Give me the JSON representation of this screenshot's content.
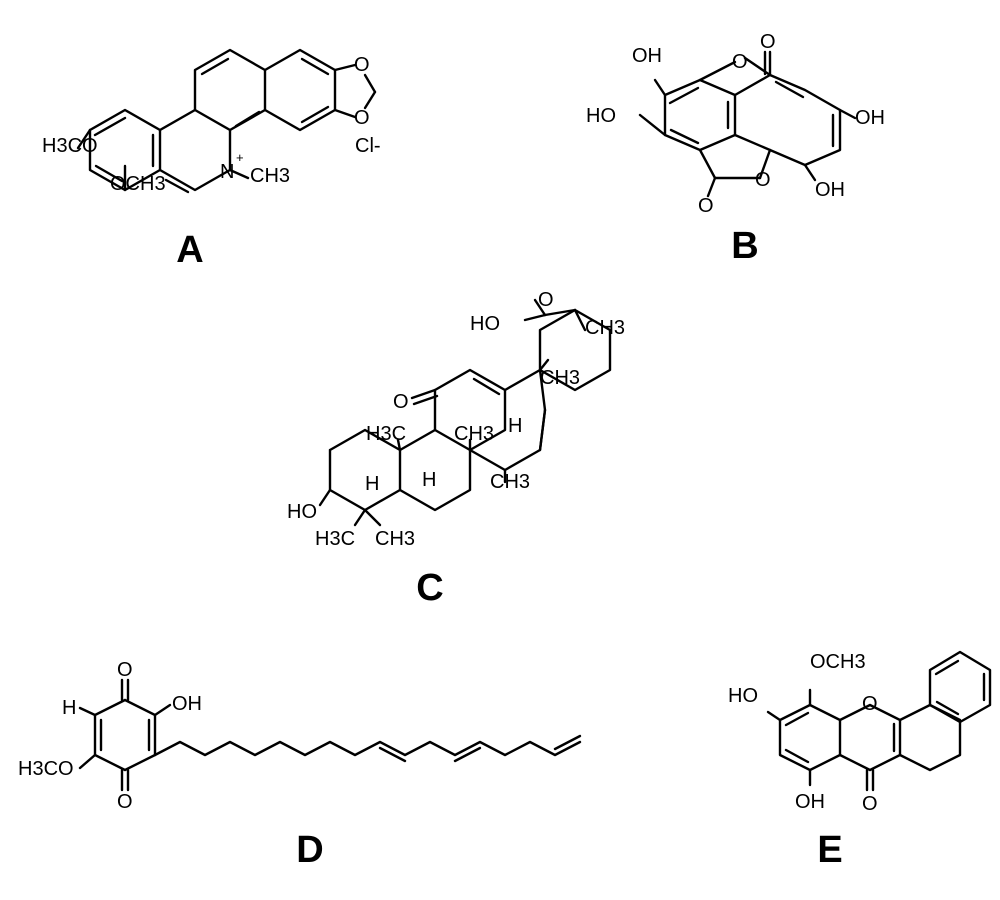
{
  "labels": [
    "A",
    "B",
    "C",
    "D",
    "E"
  ],
  "A": {
    "h3co": "H3CO",
    "och3": "OCH3",
    "n": "N",
    "plus": "+",
    "ch3": "CH3",
    "cl": "Cl-",
    "o1": "O",
    "o2": "O"
  },
  "B": {
    "oh_tl": "OH",
    "ho_l": "HO",
    "oh_r": "OH",
    "oh_br": "OH",
    "o_top": "O",
    "o_bot": "O",
    "o_ring1": "O",
    "o_ring2": "O"
  },
  "C": {
    "ho_acid": "HO",
    "o_acid": "O",
    "ch3_top": "CH3",
    "ketone_o": "O",
    "h3c_a": "H3C",
    "ch3_b": "CH3",
    "ch3_c": "CH3",
    "ch3_d": "CH3",
    "h_1": "H",
    "h_2": "H",
    "h_3": "H",
    "ho": "HO",
    "h3c_e": "H3C",
    "ch3_f": "CH3"
  },
  "D": {
    "o_top": "O",
    "oh": "OH",
    "h": "H",
    "h3co": "H3CO",
    "o_bot": "O"
  },
  "E": {
    "och3": "OCH3",
    "ho": "HO",
    "o_ring": "O",
    "oh": "OH",
    "o_ketone": "O"
  }
}
